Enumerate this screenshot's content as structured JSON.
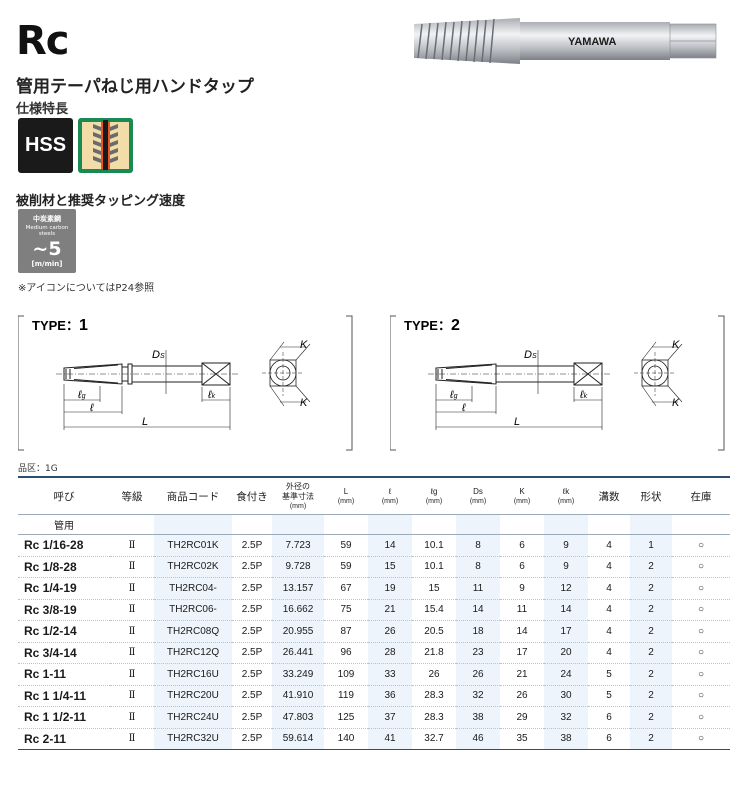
{
  "page": {
    "title": "Rc",
    "subtitle": "管用テーパねじ用ハンドタップ",
    "spec_label": "仕様特長",
    "hss_badge": "HSS",
    "speed_title": "被削材と推奨タッピング速度",
    "speed_box": {
      "material_jp": "中炭素鋼",
      "material_en": "Medium carbon steels",
      "value": "~5",
      "unit": "[m/min]"
    },
    "note": "※アイコンについてはP24参照",
    "photo_brand": "YAMAWA",
    "grade_label": "品区：1G"
  },
  "diagrams": {
    "type1": {
      "label": "TYPE：",
      "num": "1"
    },
    "type2": {
      "label": "TYPE：",
      "num": "2"
    },
    "labels": {
      "ds": "D",
      "ds_sub": "S",
      "lg": "ℓ",
      "lg_sub": "g",
      "l": "ℓ",
      "L": "L",
      "lk": "ℓ",
      "lk_sub": "k",
      "K": "K"
    }
  },
  "table": {
    "headers": {
      "size": "呼び",
      "grade": "等級",
      "code": "商品コード",
      "bite": "食付き",
      "dia1": "外径の",
      "dia2": "基準寸法",
      "dia_unit": "(mm)",
      "L": "L",
      "l": "ℓ",
      "lg": "ℓg",
      "Ds": "Ds",
      "K": "K",
      "lk": "ℓk",
      "unit": "(mm)",
      "flutes": "溝数",
      "shape": "形状",
      "stock": "在庫"
    },
    "group": "管用",
    "rows": [
      {
        "size": "Rc 1/16-28",
        "grade": "Ⅱ",
        "code": "TH2RC01K",
        "bite": "2.5P",
        "dia": "7.723",
        "L": "59",
        "l": "14",
        "lg": "10.1",
        "Ds": "8",
        "K": "6",
        "lk": "9",
        "flutes": "4",
        "shape": "1",
        "stock": "○"
      },
      {
        "size": "Rc 1/8-28",
        "grade": "Ⅱ",
        "code": "TH2RC02K",
        "bite": "2.5P",
        "dia": "9.728",
        "L": "59",
        "l": "15",
        "lg": "10.1",
        "Ds": "8",
        "K": "6",
        "lk": "9",
        "flutes": "4",
        "shape": "2",
        "stock": "○"
      },
      {
        "size": "Rc 1/4-19",
        "grade": "Ⅱ",
        "code": "TH2RC04-",
        "bite": "2.5P",
        "dia": "13.157",
        "L": "67",
        "l": "19",
        "lg": "15",
        "Ds": "11",
        "K": "9",
        "lk": "12",
        "flutes": "4",
        "shape": "2",
        "stock": "○"
      },
      {
        "size": "Rc 3/8-19",
        "grade": "Ⅱ",
        "code": "TH2RC06-",
        "bite": "2.5P",
        "dia": "16.662",
        "L": "75",
        "l": "21",
        "lg": "15.4",
        "Ds": "14",
        "K": "11",
        "lk": "14",
        "flutes": "4",
        "shape": "2",
        "stock": "○"
      },
      {
        "size": "Rc 1/2-14",
        "grade": "Ⅱ",
        "code": "TH2RC08Q",
        "bite": "2.5P",
        "dia": "20.955",
        "L": "87",
        "l": "26",
        "lg": "20.5",
        "Ds": "18",
        "K": "14",
        "lk": "17",
        "flutes": "4",
        "shape": "2",
        "stock": "○"
      },
      {
        "size": "Rc 3/4-14",
        "grade": "Ⅱ",
        "code": "TH2RC12Q",
        "bite": "2.5P",
        "dia": "26.441",
        "L": "96",
        "l": "28",
        "lg": "21.8",
        "Ds": "23",
        "K": "17",
        "lk": "20",
        "flutes": "4",
        "shape": "2",
        "stock": "○"
      },
      {
        "size": "Rc 1-11",
        "grade": "Ⅱ",
        "code": "TH2RC16U",
        "bite": "2.5P",
        "dia": "33.249",
        "L": "109",
        "l": "33",
        "lg": "26",
        "Ds": "26",
        "K": "21",
        "lk": "24",
        "flutes": "5",
        "shape": "2",
        "stock": "○"
      },
      {
        "size": "Rc 1 1/4-11",
        "grade": "Ⅱ",
        "code": "TH2RC20U",
        "bite": "2.5P",
        "dia": "41.910",
        "L": "119",
        "l": "36",
        "lg": "28.3",
        "Ds": "32",
        "K": "26",
        "lk": "30",
        "flutes": "5",
        "shape": "2",
        "stock": "○"
      },
      {
        "size": "Rc 1 1/2-11",
        "grade": "Ⅱ",
        "code": "TH2RC24U",
        "bite": "2.5P",
        "dia": "47.803",
        "L": "125",
        "l": "37",
        "lg": "28.3",
        "Ds": "38",
        "K": "29",
        "lk": "32",
        "flutes": "6",
        "shape": "2",
        "stock": "○"
      },
      {
        "size": "Rc 2-11",
        "grade": "Ⅱ",
        "code": "TH2RC32U",
        "bite": "2.5P",
        "dia": "59.614",
        "L": "140",
        "l": "41",
        "lg": "32.7",
        "Ds": "46",
        "K": "35",
        "lk": "38",
        "flutes": "6",
        "shape": "2",
        "stock": "○"
      }
    ]
  }
}
